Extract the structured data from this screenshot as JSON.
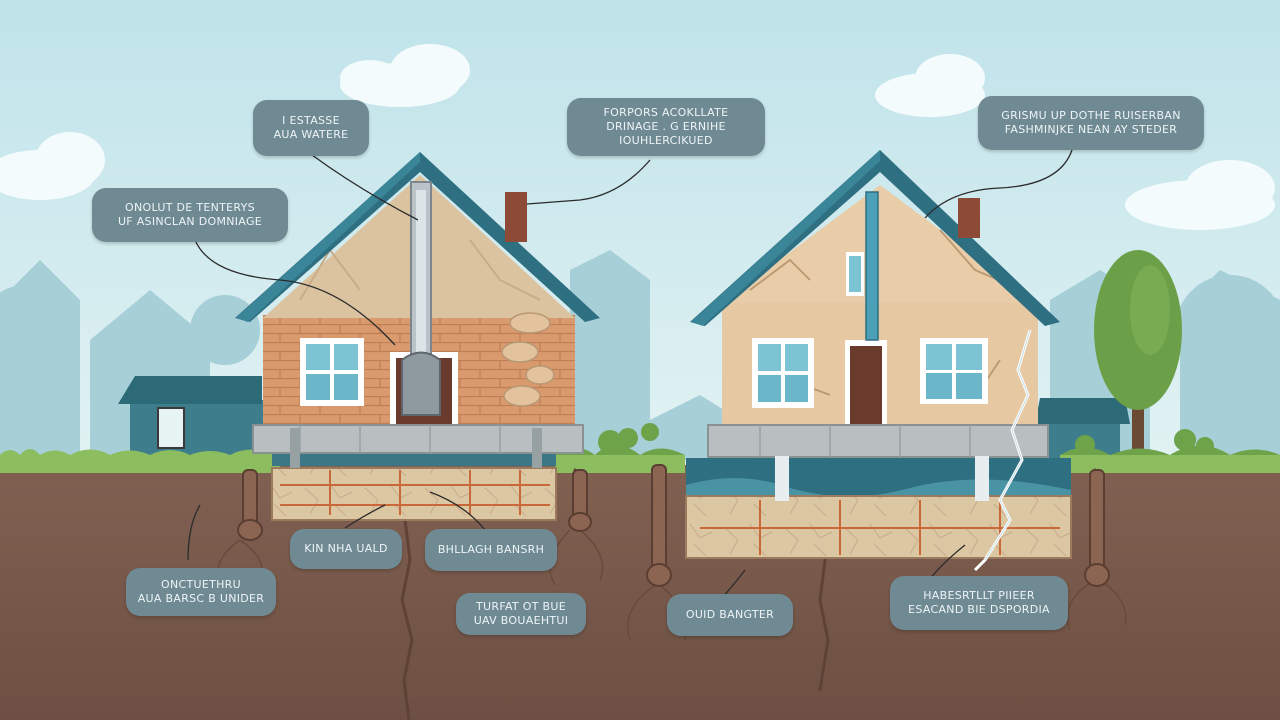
{
  "labels": {
    "top_left_upper": "I ESTASSE\nAUA WATERE",
    "top_left_lower": "ONOLUT DE TENTERYS\nUF ASINCLAN DOMNIAGE",
    "top_center": "FORPORS ACOKLLATE\nDRINAGE . G ERNIHE\nIOUHLERCIKUED",
    "top_right": "GRISMU UP DOTHE RUISERBAN\nFASHMINJKE NEAN AY STEDER",
    "ground_left_a": "KIN NHA UALD",
    "ground_left_b": "BHLLAGH BANSRH",
    "ground_far_left": "ONCTUETHRU\nAUA BARSC B UNIDER",
    "ground_center": "TURFAT OT BUE\nUAV BOUAEHTUI",
    "ground_right_a": "OUID BANGTER",
    "ground_right_b": "HABESRTLLT PIIEER\nESACAND BIE DSPORDIA"
  },
  "colors": {
    "sky": "#cfe9ee",
    "soil": "#7a5c4c",
    "grass": "#8cbd5f",
    "roof": "#2f6f82",
    "label_bg": "#6f8a93"
  }
}
